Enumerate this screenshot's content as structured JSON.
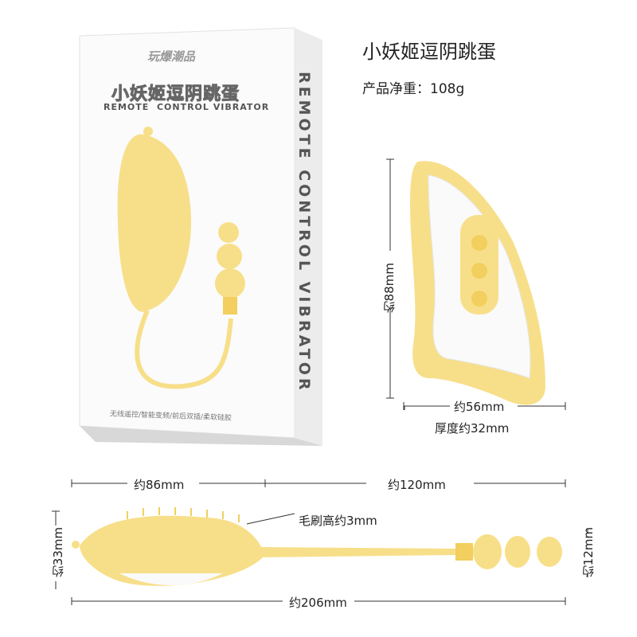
{
  "product": {
    "title": "小妖姬逗阴跳蛋",
    "weight_label": "产品净重：108g"
  },
  "box": {
    "brand": "玩爆潮品",
    "name_cn": "小妖姬逗阴跳蛋",
    "name_en": "REMOTE  CONTROL VIBRATOR",
    "side_text": "REMOTE CONTROL VIBRATOR",
    "features": "无线遥控/智能变频/前后双插/柔软硅胶"
  },
  "remote": {
    "height": "约88mm",
    "width": "约56mm",
    "thickness": "厚度约32mm"
  },
  "device": {
    "head_length": "约86mm",
    "tail_length": "约120mm",
    "total_length": "约206mm",
    "head_height": "约33mm",
    "tail_height": "约12mm",
    "bristle_note": "毛刷高约3mm"
  },
  "colors": {
    "product": "#f7df8a",
    "accent": "#f2cf5e"
  }
}
